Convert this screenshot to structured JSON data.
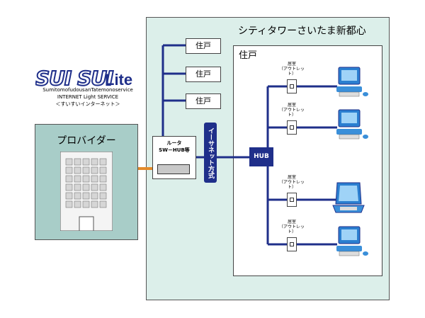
{
  "building": {
    "title": "シティタワーさいたま新都心"
  },
  "unit": {
    "title": "住戸"
  },
  "residences": [
    "住戸",
    "住戸",
    "住戸"
  ],
  "router": {
    "line1": "ルータ",
    "line2": "SW－HUB等"
  },
  "ethernet": {
    "label": "イーサネット方式"
  },
  "hub": {
    "label": "HUB"
  },
  "provider": {
    "label": "プロバイダー"
  },
  "logo": {
    "name": "SUI SUI Lite",
    "company": "SumitomofudousanTatemonoservice",
    "service": "INTERNET Light SERVICE",
    "tagline": "＜すいすいインターネット＞"
  },
  "rooms": [
    {
      "label1": "居室",
      "label2": "（アウトレット）",
      "device": "desktop-pc"
    },
    {
      "label1": "居室",
      "label2": "（アウトレット）",
      "device": "desktop-pc"
    },
    {
      "label1": "居室",
      "label2": "（アウトレット）",
      "device": "laptop-pc"
    },
    {
      "label1": "居室",
      "label2": "（アウトレット）",
      "device": "desktop-pc"
    }
  ],
  "colors": {
    "link": "#1f2f8a",
    "uplink": "#e38a2a",
    "building_bg": "#dcefea",
    "provider_bg": "#a8cdc8"
  }
}
